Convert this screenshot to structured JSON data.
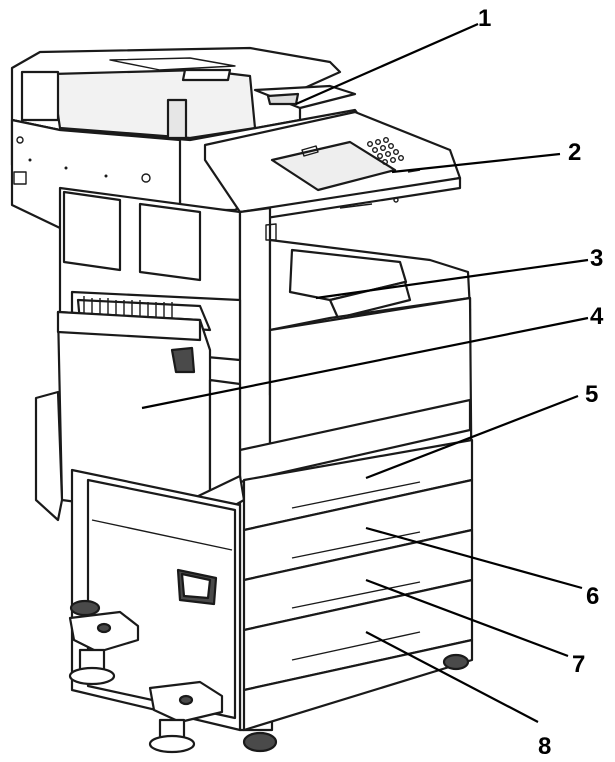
{
  "callouts": [
    {
      "id": 1,
      "label": "1"
    },
    {
      "id": 2,
      "label": "2"
    },
    {
      "id": 3,
      "label": "3"
    },
    {
      "id": 4,
      "label": "4"
    },
    {
      "id": 5,
      "label": "5"
    },
    {
      "id": 6,
      "label": "6"
    },
    {
      "id": 7,
      "label": "7"
    },
    {
      "id": 8,
      "label": "8"
    }
  ],
  "colors": {
    "body": "#ffffff",
    "shadow": "#c8c8c8",
    "dark": "#4a4a4a",
    "line": "#1a1a1a"
  }
}
